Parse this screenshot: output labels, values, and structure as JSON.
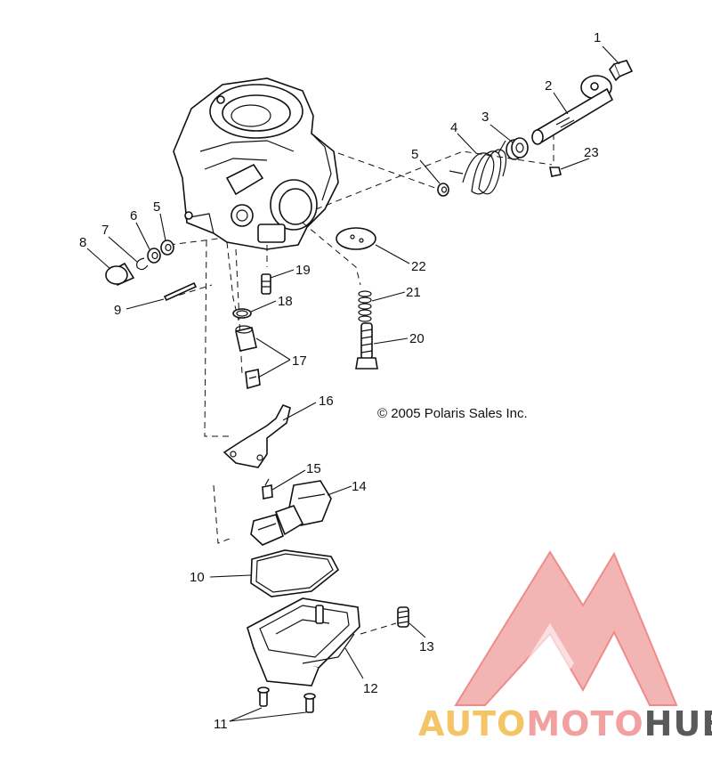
{
  "diagram": {
    "copyright": "© 2005 Polaris Sales Inc.",
    "callouts": [
      "1",
      "2",
      "3",
      "4",
      "5",
      "5",
      "6",
      "7",
      "8",
      "9",
      "10",
      "11",
      "12",
      "13",
      "14",
      "15",
      "16",
      "17",
      "18",
      "19",
      "20",
      "21",
      "22",
      "23"
    ]
  },
  "watermark": {
    "brand": "AUTOMOTOHUB",
    "part1": "AUTO",
    "part2": "MOTO",
    "part3": "HUB",
    "colors": {
      "auto": "#f3c566",
      "moto": "#f2a0a0",
      "hub": "#5a5a5a",
      "logo": "#ee7777"
    }
  }
}
